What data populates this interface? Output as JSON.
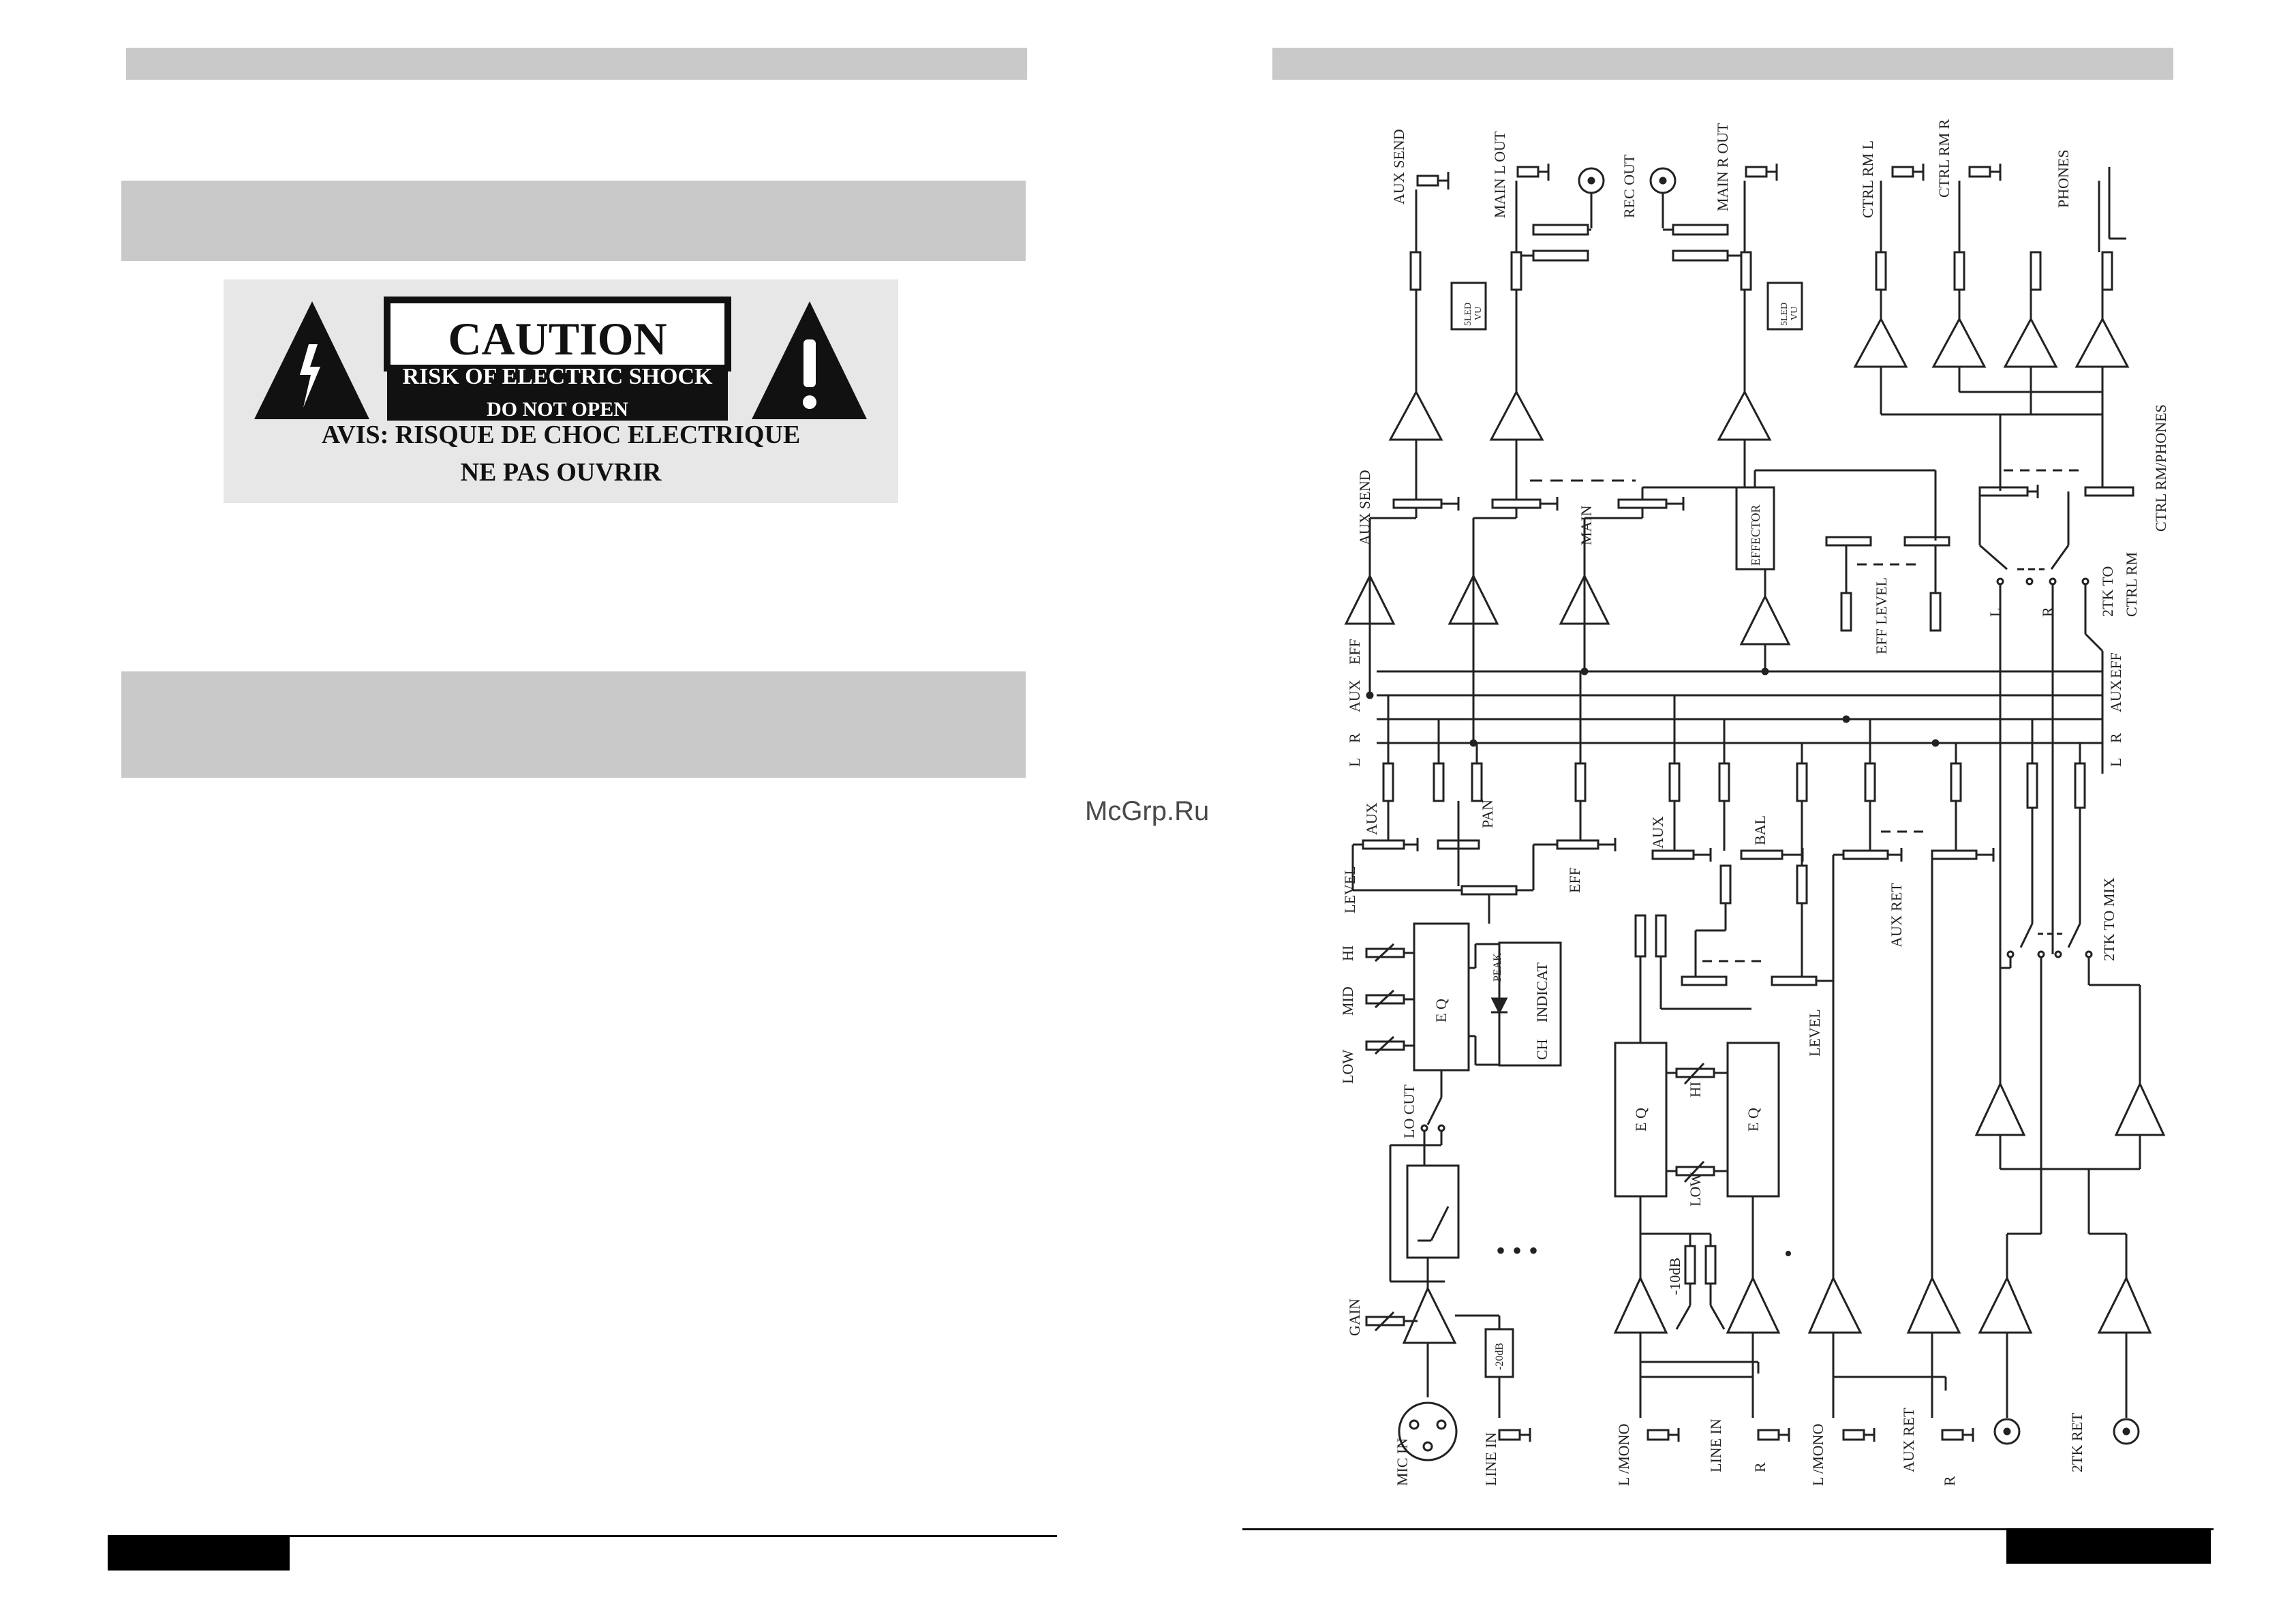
{
  "watermark": "McGrp.Ru",
  "caution": {
    "title": "CAUTION",
    "line1": "RISK OF ELECTRIC SHOCK",
    "line2": "DO NOT OPEN",
    "line3": "AVIS: RISQUE DE CHOC ELECTRIQUE",
    "line4": "NE PAS OUVRIR"
  },
  "diagram": {
    "top_outputs": [
      "AUX SEND",
      "MAIN L OUT",
      "REC OUT",
      "MAIN R OUT",
      "CTRL RM L",
      "CTRL RM R",
      "PHONES"
    ],
    "vu_label_a": "5LED",
    "vu_label_b": "VU",
    "effector": "EFFECTOR",
    "ctrl_rm_phones": "CTRL RM/PHONES",
    "aux_send_pot": "AUX SEND",
    "main_pot": "MAIN",
    "eff_level": "EFF LEVEL",
    "tk_to_ctrl": [
      "2TK TO",
      "CTRL RM"
    ],
    "switch_l": "L",
    "switch_r": "R",
    "bus_left": [
      "EFF",
      "AUX",
      "R",
      "L"
    ],
    "bus_right": [
      "EFF",
      "AUX",
      "R",
      "L"
    ],
    "mono_ch": {
      "aux": "AUX",
      "pan": "PAN",
      "eff": "EFF",
      "level": "LEVEL",
      "hi": "HI",
      "mid": "MID",
      "low": "LOW",
      "eq": "E Q",
      "peak": "PEAK",
      "indicat": "INDICAT",
      "ch": "CH",
      "lo_cut": "LO CUT",
      "gain": "GAIN",
      "db20": "-20dB",
      "mic_in": "MIC IN",
      "line_in": "LINE IN",
      "dots": "• • •"
    },
    "stereo_ch": {
      "aux": "AUX",
      "bal": "BAL",
      "level": "LEVEL",
      "hi": "HI",
      "low": "LOW",
      "eq": "E Q",
      "db10": "-10dB",
      "l_mono": "L /MONO",
      "line_in": "LINE IN",
      "r": "R",
      "dot": "•"
    },
    "aux_ret": {
      "label": "AUX RET",
      "l_mono": "L /MONO",
      "r": "R",
      "jack_label": "AUX RET"
    },
    "tk": {
      "to_mix": "2TK TO MIX",
      "ret": "2TK RET"
    }
  }
}
